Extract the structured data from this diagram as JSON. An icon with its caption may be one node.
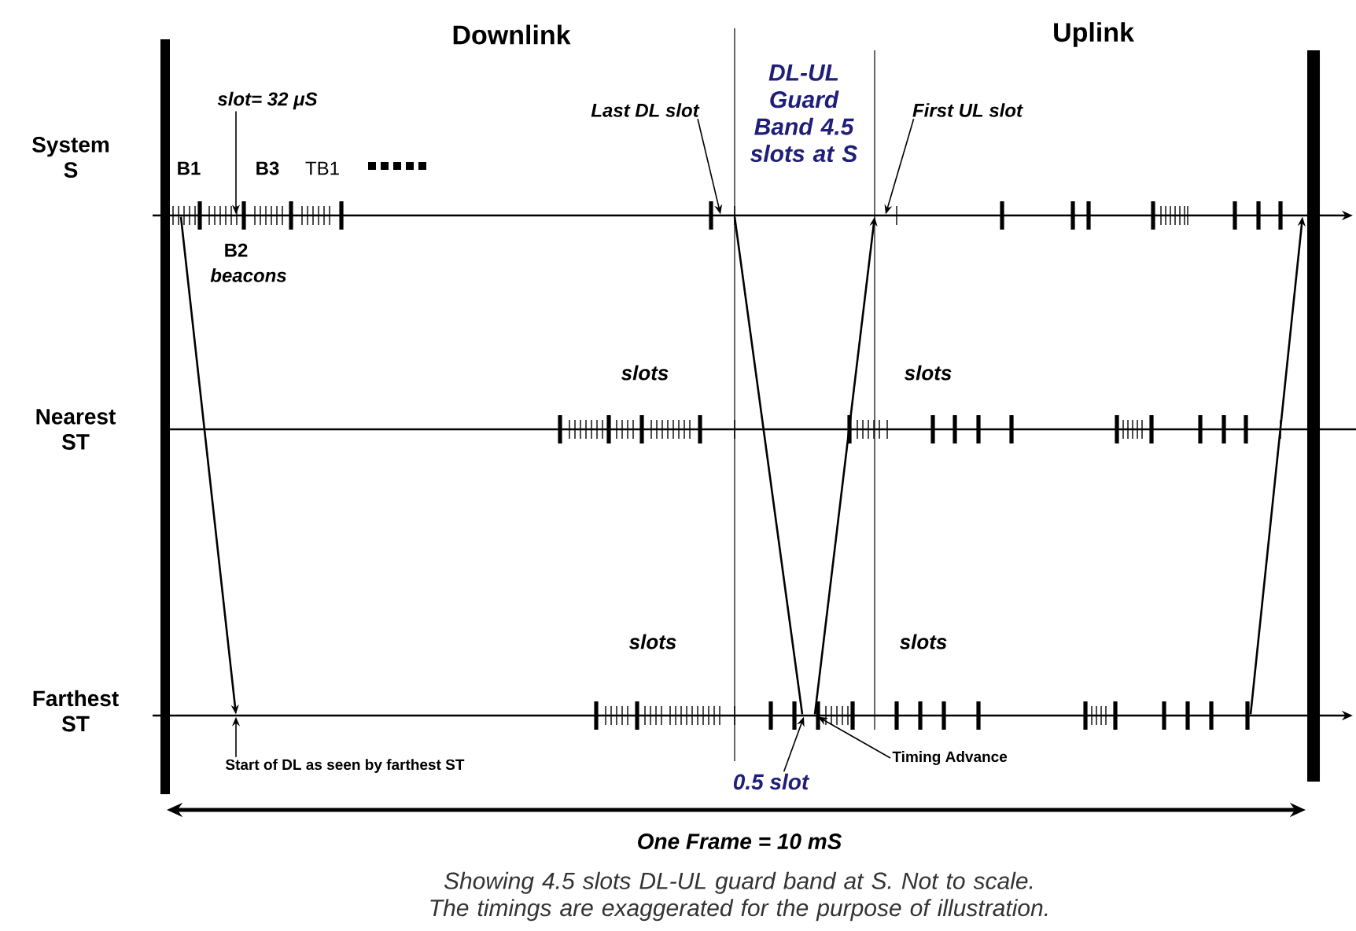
{
  "diagram": {
    "caption": "Showing 4.5 slots DL-UL guard band at S. Not to scale. The timings are exaggerated for the purpose of illustration.",
    "nodes": [
      {
        "text": [
          "slot= 32 μS"
        ]
      },
      {
        "text": [
          "Last DL slot"
        ]
      },
      {
        "text": [
          "First UL slot"
        ]
      },
      {
        "text": [
          "Start of DL as seen by farthest ST"
        ]
      },
      {
        "text": [
          "0.5 slot"
        ]
      },
      {
        "text": [
          "Timing Advance"
        ]
      },
      {
        "text": [],
        "shape": "bar",
        "beside": [
          "System S"
        ]
      },
      {
        "text": [],
        "shape": "bar",
        "beside": [
          "Farthest ST"
        ]
      }
    ],
    "edges": [
      {
        "from": 0,
        "to": 6,
        "arrow": "to"
      },
      {
        "from": 1,
        "to": 6,
        "arrow": "to"
      },
      {
        "from": 2,
        "to": 6,
        "arrow": "to"
      },
      {
        "from": 3,
        "to": 7,
        "arrow": "to"
      },
      {
        "from": 4,
        "to": 7,
        "arrow": "to"
      },
      {
        "from": 5,
        "to": 7,
        "arrow": "to"
      },
      {
        "from": 6,
        "to": 7,
        "arrow": "to"
      },
      {
        "from": 6,
        "to": 7,
        "arrow": "none"
      },
      {
        "from": 7,
        "to": 6,
        "arrow": "to"
      },
      {
        "from": 7,
        "to": 6,
        "arrow": "to"
      }
    ],
    "labels": [
      "Downlink",
      "DL-UL Guard Band 4.5 slots at S",
      "Uplink",
      "B1",
      "B3",
      "TB1",
      "B2",
      "beacons",
      "Nearest ST",
      "slots",
      "slots",
      "slots",
      "slots",
      "One Frame = 10 mS"
    ]
  }
}
